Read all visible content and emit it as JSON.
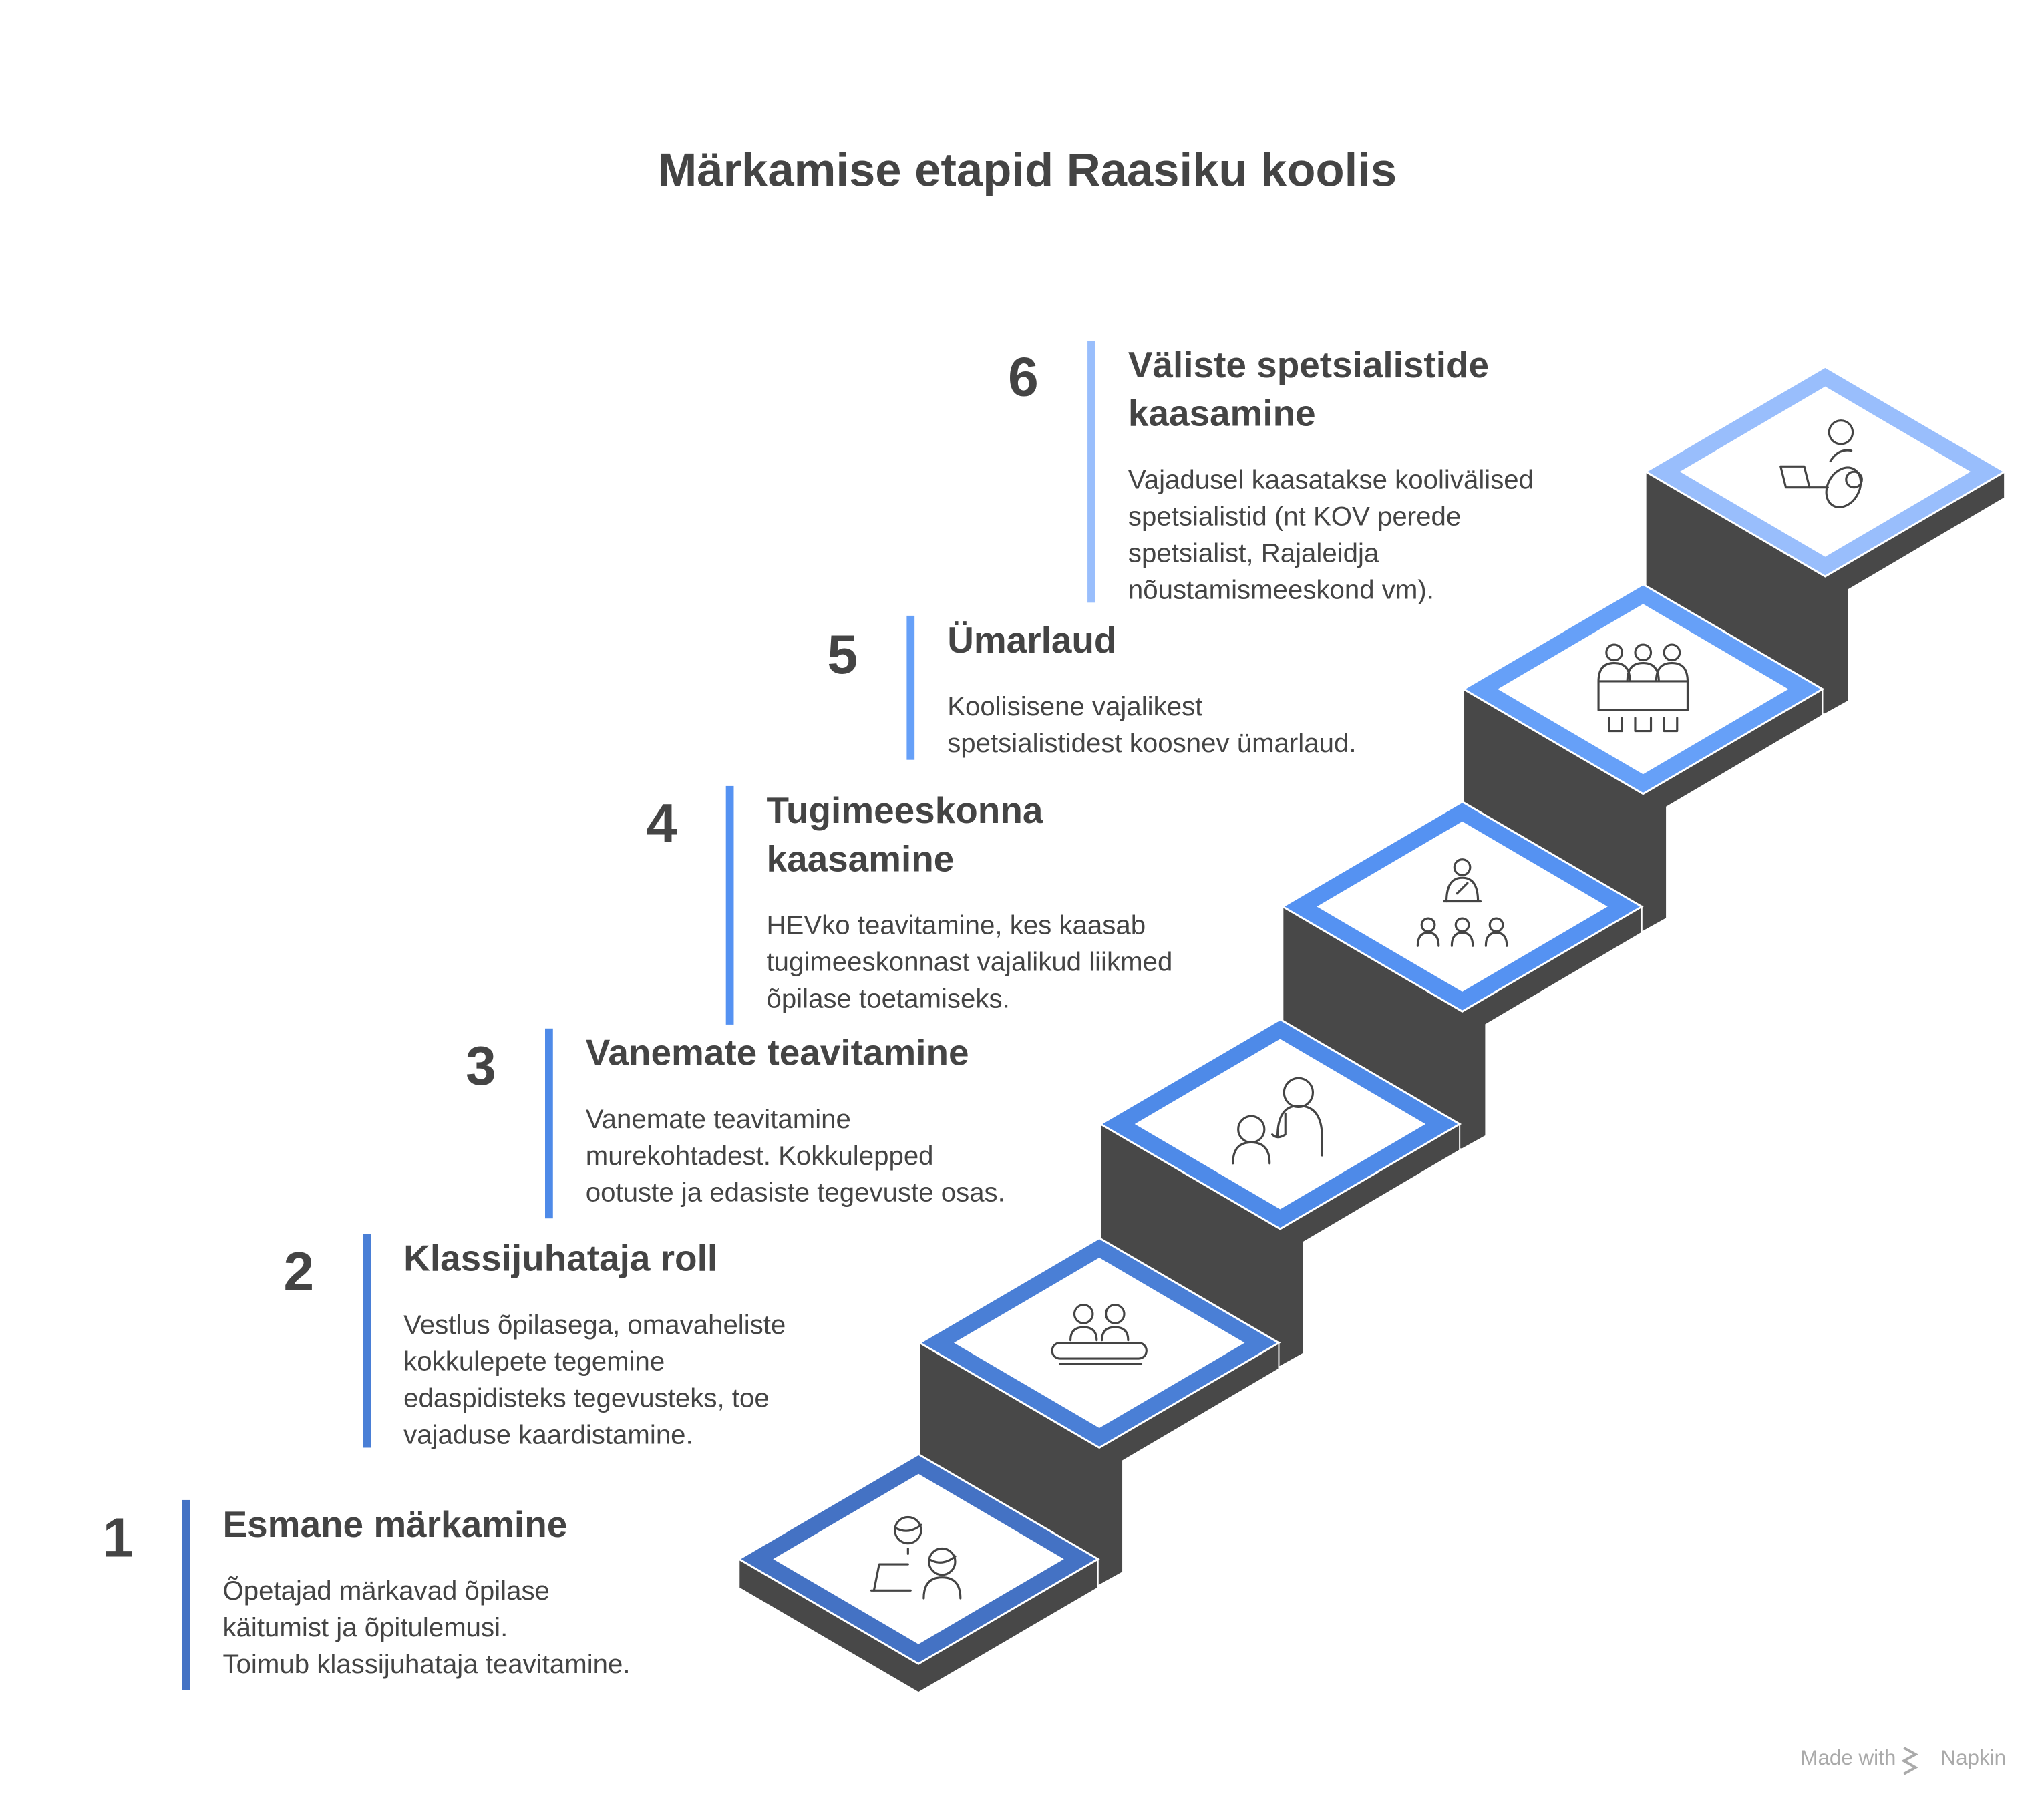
{
  "title": "Märkamise etapid Raasiku koolis",
  "colors": {
    "block": "#484848",
    "text": "#444444",
    "steps": [
      "#4472c4",
      "#4a7fd6",
      "#4e8ae8",
      "#5592f2",
      "#66a0f8",
      "#99befc"
    ]
  },
  "steps": [
    {
      "number": "1",
      "heading": [
        "Esmane märkamine"
      ],
      "body": [
        "Õpetajad märkavad õpilase",
        "käitumist ja õpitulemusi.",
        "Toimub klassijuhataja teavitamine."
      ],
      "icon": "teacher-student-icon"
    },
    {
      "number": "2",
      "heading": [
        "Klassijuhataja roll"
      ],
      "body": [
        "Vestlus õpilasega, omavaheliste",
        "kokkulepete tegemine",
        "edaspidisteks tegevusteks, toe",
        "vajaduse kaardistamine."
      ],
      "icon": "conversation-table-icon"
    },
    {
      "number": "3",
      "heading": [
        "Vanemate teavitamine"
      ],
      "body": [
        "Vanemate teavitamine",
        "murekohtadest. Kokkulepped",
        "ootuste ja edasiste tegevuste osas."
      ],
      "icon": "parent-child-icon"
    },
    {
      "number": "4",
      "heading": [
        "Tugimeeskonna",
        "kaasamine"
      ],
      "body": [
        "HEVko teavitamine, kes kaasab",
        "tugimeeskonnast vajalikud liikmed",
        "õpilase toetamiseks."
      ],
      "icon": "team-presenter-icon"
    },
    {
      "number": "5",
      "heading": [
        "Ümarlaud"
      ],
      "body": [
        "Koolisisene vajalikest",
        "spetsialistidest koosnev ümarlaud."
      ],
      "icon": "round-table-icon"
    },
    {
      "number": "6",
      "heading": [
        "Väliste spetsialistide",
        "kaasamine"
      ],
      "body": [
        "Vajadusel kaasatakse koolivälised",
        "spetsialistid (nt KOV perede",
        "spetsialist, Rajaleidja",
        "nõustamismeeskond vm)."
      ],
      "icon": "specialist-laptop-icon"
    }
  ],
  "footer": {
    "made_with": "Made with",
    "brand": "Napkin"
  }
}
